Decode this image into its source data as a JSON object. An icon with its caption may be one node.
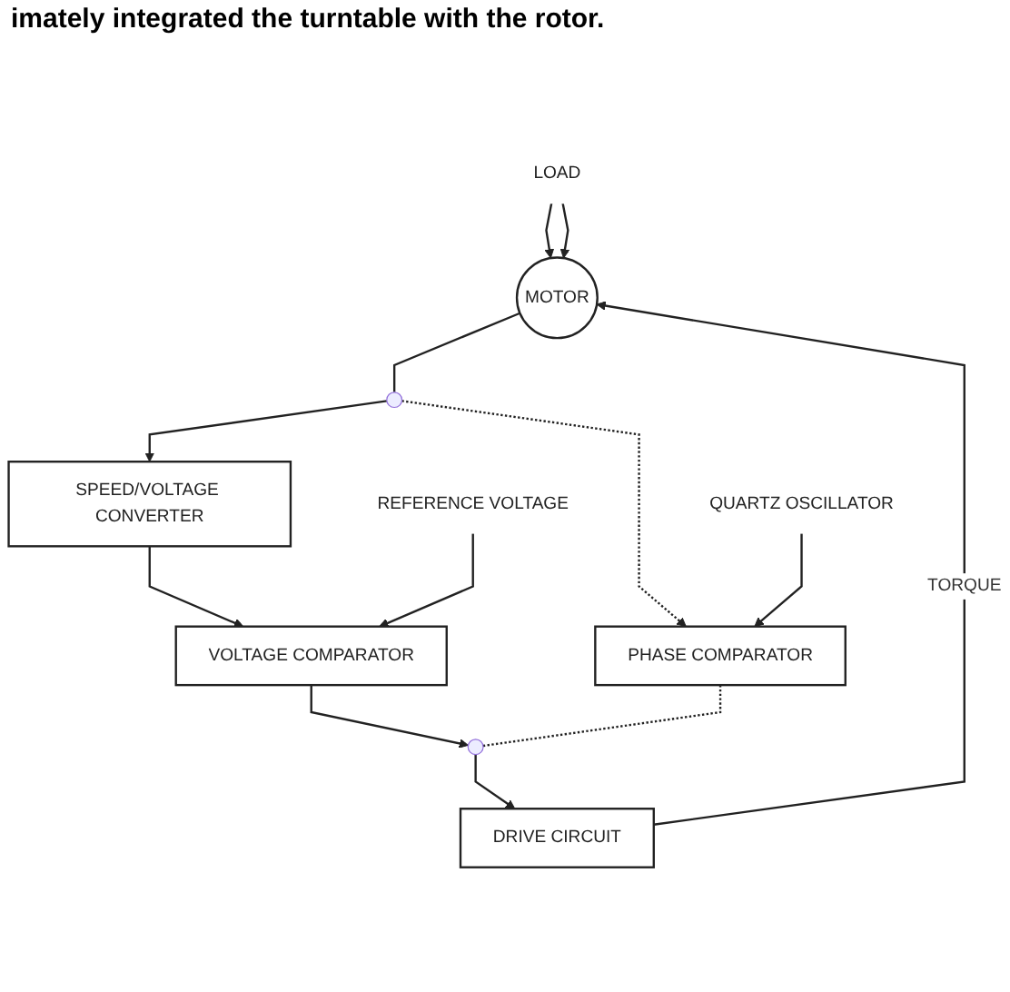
{
  "diagram": {
    "nodes": [
      {
        "text": [
          "LOAD"
        ]
      },
      {
        "text": [
          "DRIVE CIRCUIT"
        ]
      },
      {
        "text": [
          "MOTOR"
        ]
      },
      {
        "text": [],
        "shape": "circle"
      },
      {
        "text": [
          "VOLTAGE COMPARATOR"
        ]
      },
      {
        "text": [
          "SPEED/VOLTAGE CONVERTER"
        ]
      },
      {
        "text": [],
        "shape": "circle"
      },
      {
        "text": [
          "REFERENCE VOLTAGE"
        ]
      },
      {
        "text": [
          "PHASE COMPARATOR"
        ]
      },
      {
        "text": [
          "QUARTZ OSCILLATOR"
        ]
      }
    ],
    "edges": [
      {
        "from": 0,
        "to": 2,
        "arrow": "to"
      },
      {
        "from": 0,
        "to": 2,
        "arrow": "to"
      },
      {
        "from": 1,
        "to": 2,
        "label": "TORQUE",
        "arrow": "to"
      },
      {
        "from": 2,
        "to": 6,
        "arrow": "none"
      },
      {
        "from": 6,
        "to": 5,
        "arrow": "to"
      },
      {
        "from": 5,
        "to": 4,
        "arrow": "to"
      },
      {
        "from": 4,
        "to": 3,
        "arrow": "to"
      },
      {
        "from": 3,
        "to": 1,
        "arrow": "to"
      },
      {
        "from": 7,
        "to": 4,
        "arrow": "to"
      },
      {
        "from": 6,
        "to": 8,
        "arrow": "to",
        "style": "dashed"
      },
      {
        "from": 8,
        "to": 3,
        "arrow": "none",
        "style": "dashed"
      },
      {
        "from": 9,
        "to": 8,
        "arrow": "to"
      }
    ],
    "labels": [
      "imately integrated the turntable with the rotor."
    ]
  }
}
